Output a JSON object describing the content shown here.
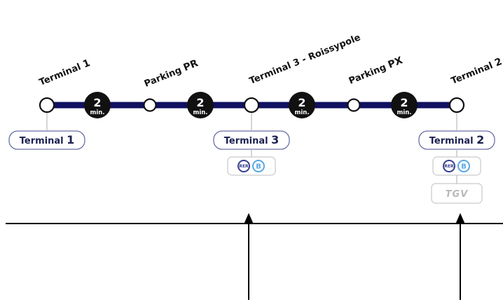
{
  "colors": {
    "line": "#101060",
    "station_fill": "#ffffff",
    "station_stroke": "#111111",
    "pill_stroke": "#6a6fa3",
    "pill_text": "#1c2151",
    "time_bubble": "#111111",
    "rer_badge_stroke": "#3a3f8f",
    "b_badge_stroke": "#58a8e0",
    "stem": "#bbbbbb",
    "axis": "#000000"
  },
  "stations": [
    {
      "name": "Terminal ",
      "name_bold": "1"
    },
    {
      "name": "Parking ",
      "name_bold": "PR"
    },
    {
      "name": "Terminal 3 - Roissypole",
      "name_bold": ""
    },
    {
      "name": "Parking ",
      "name_bold": "PX"
    },
    {
      "name": "Terminal ",
      "name_bold": "2"
    }
  ],
  "travel_times": [
    {
      "value": "2",
      "unit": "min."
    },
    {
      "value": "2",
      "unit": "min."
    },
    {
      "value": "2",
      "unit": "min."
    },
    {
      "value": "2",
      "unit": "min."
    }
  ],
  "terminal_pills": [
    {
      "text": "Terminal ",
      "bold": "1",
      "station_index": 0,
      "connections": []
    },
    {
      "text": "Terminal ",
      "bold": "3",
      "station_index": 2,
      "connections": [
        "RER",
        "B"
      ]
    },
    {
      "text": "Terminal ",
      "bold": "2",
      "station_index": 4,
      "connections": [
        "RER",
        "B",
        "TGV"
      ]
    }
  ],
  "connection_labels": {
    "rer": "RER",
    "b": "B",
    "tgv": "TGV"
  },
  "annotations": {
    "arrows_at_station_indices": [
      2,
      4
    ],
    "arrow_icon": "up-arrow-icon"
  }
}
